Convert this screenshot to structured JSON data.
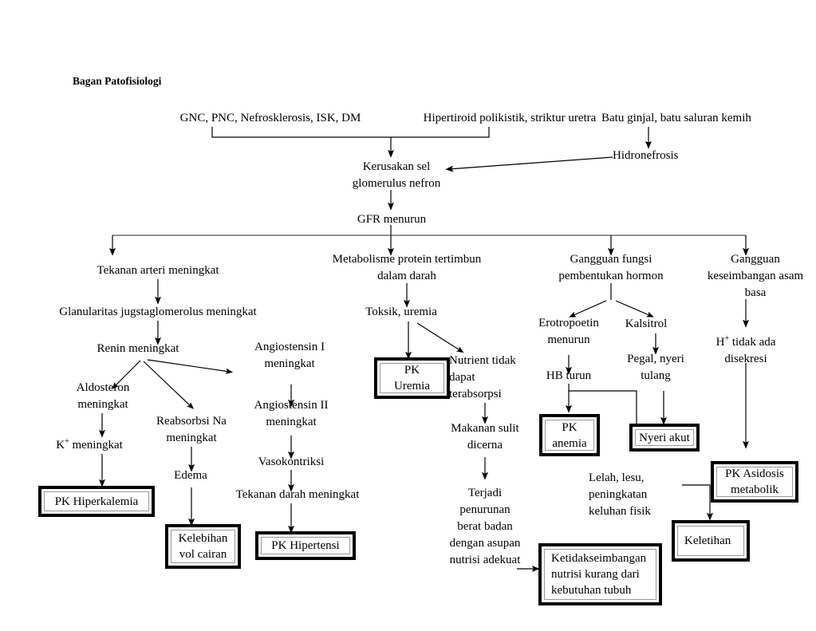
{
  "title": "Bagan Patofisiologi",
  "diagram": {
    "type": "flowchart",
    "orientation": "top-down",
    "nodes": {
      "causes_left": "GNC, PNC, Nefrosklerosis, ISK, DM",
      "causes_mid": "Hipertiroid polikistik, striktur uretra",
      "causes_right": "Batu ginjal, batu saluran kemih",
      "hidronefrosis": "Hidronefrosis",
      "kerusakan": "Kerusakan sel\nglomerulus nefron",
      "gfr": "GFR menurun",
      "tekanan_arteri": "Tekanan arteri meningkat",
      "glanularitas": "Glanularitas jugstaglomerolus meningkat",
      "renin": "Renin meningkat",
      "aldosteron": "Aldosteron\nmeningkat",
      "reabsorbsi": "Reabsorbsi Na\nmeningkat",
      "kalium": "K+ meningkat",
      "kalium_sym": "K",
      "kalium_sup": "+",
      "kalium_rest": " meningkat",
      "pk_hiperkalemia": "PK Hiperkalemia",
      "edema": "Edema",
      "kelebihan": "Kelebihan\nvol cairan",
      "angio1": "Angiostensin I\nmeningkat",
      "angio2": "Angiostensin II\nmeningkat",
      "vasokontriksi": "Vasokontriksi",
      "tekanan_darah": "Tekanan darah meningkat",
      "pk_hipertensi": "PK Hipertensi",
      "metabolisme": "Metabolisme protein tertimbun\ndalam darah",
      "toksik": "Toksik, uremia",
      "pk_uremia": "PK\nUremia",
      "nutrient": "Nutrient tidak\ndapat\nterabsorpsi",
      "makanan": "Makanan sulit\ndicerna",
      "terjadi": "Terjadi\npenurunan\nberat badan\ndengan asupan\nnutrisi adekuat",
      "ketidakseimbangan": "Ketidakseimbangan\nnutrisi kurang dari\nkebutuhan tubuh",
      "gangguan_hormon": "Gangguan fungsi\npembentukan hormon",
      "erotropoetin": "Erotropoetin\nmenurun",
      "kalsitrol": "Kalsitrol",
      "hb_turun": "HB turun",
      "pegal": "Pegal, nyeri\ntulang",
      "pk_anemia": "PK\nanemia",
      "nyeri_akut": "Nyeri akut",
      "lelah": "Lelah, lesu,\npeningkatan\nkeluhan fisik",
      "gangguan_asam": "Gangguan\nkeseimbangan asam\nbasa",
      "h_tidak_ada": "H+ tidak ada\ndisekresi",
      "h_sym": "H",
      "h_sup": "+",
      "h_rest": " tidak ada",
      "h_line2": "disekresi",
      "pk_asidosis": "PK Asidosis\nmetabolik",
      "keletihan": "Keletihan"
    },
    "colors": {
      "line": "#000000",
      "box_outer_border": "#000000",
      "box_inner_border": "#9a9a9a",
      "background": "#ffffff",
      "text": "#000000"
    }
  }
}
